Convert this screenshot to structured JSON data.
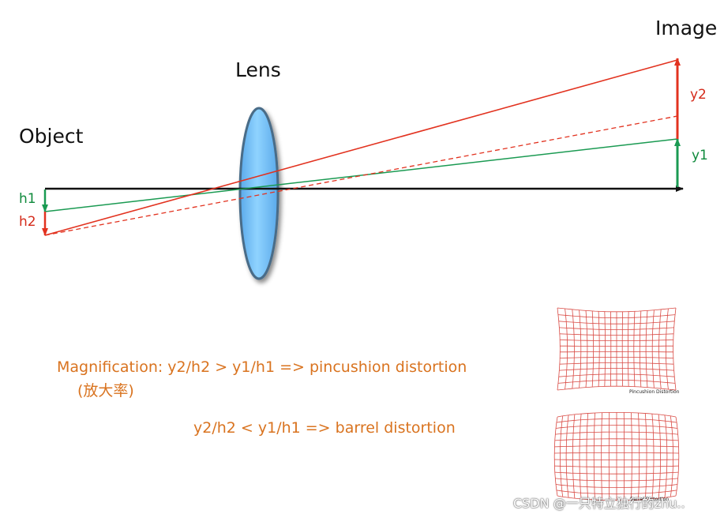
{
  "labels": {
    "object": "Object",
    "lens": "Lens",
    "image": "Image",
    "h1": "h1",
    "h2": "h2",
    "y1": "y1",
    "y2": "y2"
  },
  "text": {
    "magnification_line": "Magnification:   y2/h2 > y1/h1 => pincushion distortion",
    "magnification_cn": "(放大率)",
    "barrel_line": "y2/h2 < y1/h1 => barrel distortion"
  },
  "thumbnails": {
    "pincushion_caption": "Pincushion Distortion",
    "barrel_caption": "Barrel Distortion"
  },
  "watermark": "CSDN @一只特立独行的zhu..",
  "colors": {
    "axis": "#111111",
    "green": "#1a9a52",
    "red": "#e2321f",
    "lens_fill": "#7fc8f8",
    "lens_edge": "#4a6c88",
    "orange_text": "#d9731f",
    "grid": "#d94b45"
  }
}
